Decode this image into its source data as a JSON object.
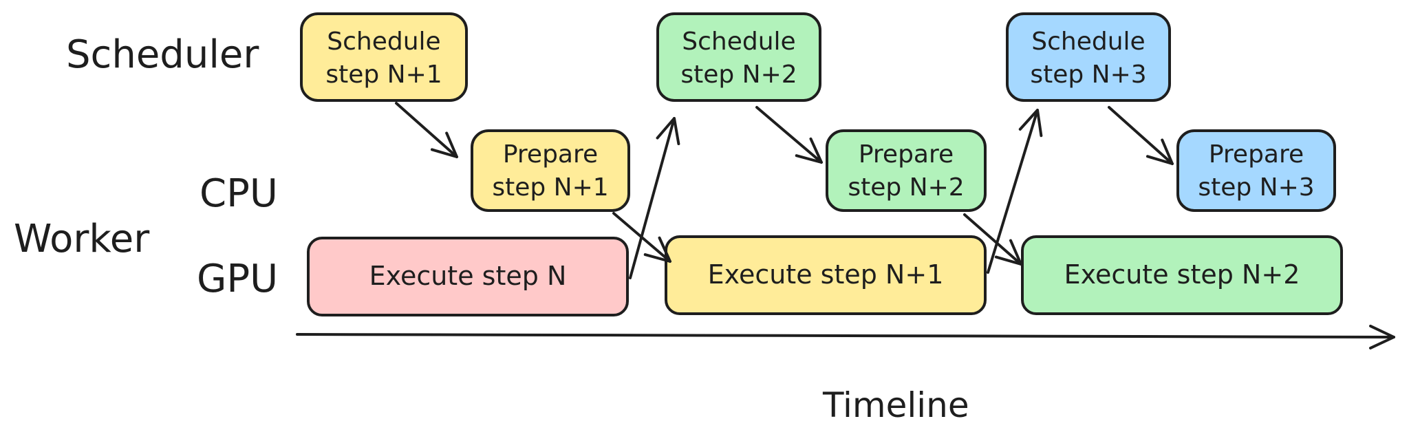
{
  "colors": {
    "yellow": "#ffec99",
    "green": "#b2f2bb",
    "blue": "#a5d8ff",
    "red": "#ffc9c9",
    "stroke": "#1e1e1e"
  },
  "labels": {
    "scheduler": "Scheduler",
    "cpu": "CPU",
    "worker": "Worker",
    "gpu": "GPU",
    "timeline": "Timeline"
  },
  "boxes": {
    "schedule_n1": {
      "line1": "Schedule",
      "line2": "step N+1",
      "color": "yellow"
    },
    "schedule_n2": {
      "line1": "Schedule",
      "line2": "step N+2",
      "color": "green"
    },
    "schedule_n3": {
      "line1": "Schedule",
      "line2": "step N+3",
      "color": "blue"
    },
    "prepare_n1": {
      "line1": "Prepare",
      "line2": "step N+1",
      "color": "yellow"
    },
    "prepare_n2": {
      "line1": "Prepare",
      "line2": "step N+2",
      "color": "green"
    },
    "prepare_n3": {
      "line1": "Prepare",
      "line2": "step N+3",
      "color": "blue"
    },
    "execute_n": {
      "text": "Execute step N",
      "color": "red"
    },
    "execute_n1": {
      "text": "Execute step N+1",
      "color": "yellow"
    },
    "execute_n2": {
      "text": "Execute step N+2",
      "color": "green"
    }
  }
}
